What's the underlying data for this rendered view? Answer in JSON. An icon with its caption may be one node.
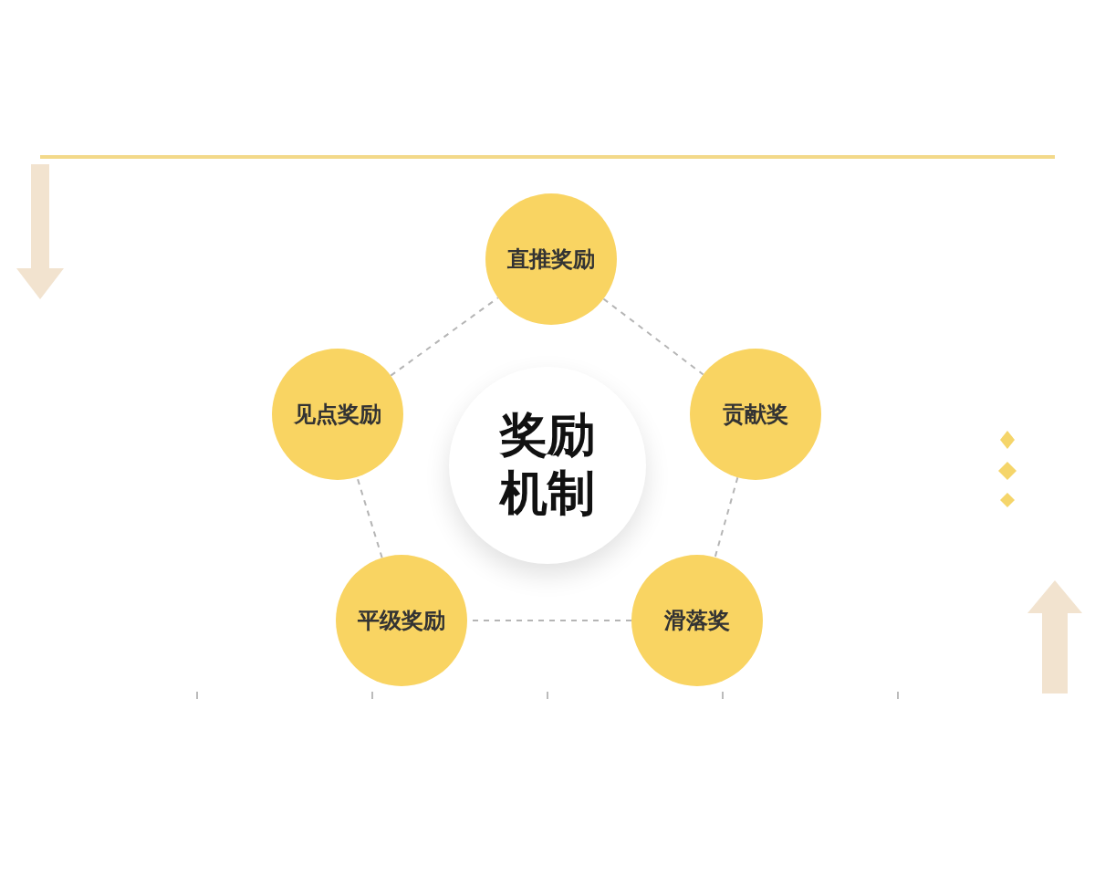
{
  "diagram": {
    "nodes": [
      {
        "text": [
          "直推奖励"
        ]
      },
      {
        "text": [
          "见点奖励"
        ]
      },
      {
        "text": [
          "奖励机制"
        ]
      },
      {
        "text": [
          "贡献奖"
        ]
      },
      {
        "text": [
          "平级奖励"
        ]
      },
      {
        "text": [
          "滑落奖"
        ]
      }
    ],
    "edges": [
      {
        "from": 0,
        "to": 3,
        "arrow": "none",
        "style": "dashed"
      },
      {
        "from": 3,
        "to": 5,
        "arrow": "none",
        "style": "dashed"
      },
      {
        "from": 5,
        "to": 4,
        "arrow": "none",
        "style": "dashed"
      },
      {
        "from": 4,
        "to": 1,
        "arrow": "none",
        "style": "dashed"
      },
      {
        "from": 1,
        "to": 0,
        "arrow": "none",
        "style": "dashed"
      }
    ]
  }
}
